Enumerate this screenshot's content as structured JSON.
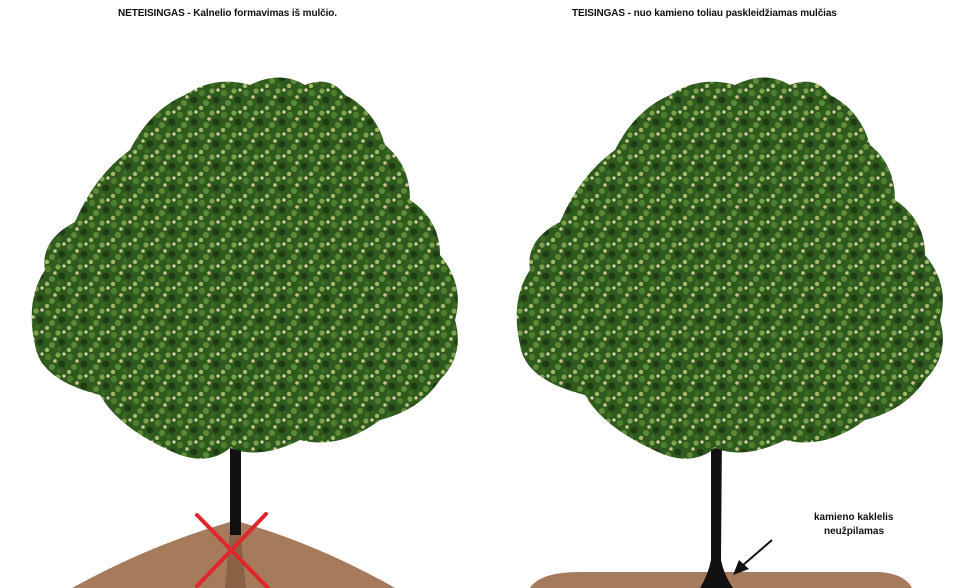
{
  "panels": {
    "left": {
      "caption": "NETEISINGAS - Kalnelio formavimas iš mulčio."
    },
    "right": {
      "caption": "TEISINGAS - nuo kamieno toliau paskleidžiamas mulčias",
      "annotation": [
        "kamieno kaklelis",
        "neužpilamas"
      ]
    }
  },
  "colors": {
    "mulch": "#a67b5b",
    "mulch_dark": "#8a6246",
    "trunk": "#111111",
    "foliage_dark": "#1f3a14",
    "foliage_mid": "#3d6b26",
    "foliage_light": "#7aa04a",
    "cross": "#e0262b"
  }
}
